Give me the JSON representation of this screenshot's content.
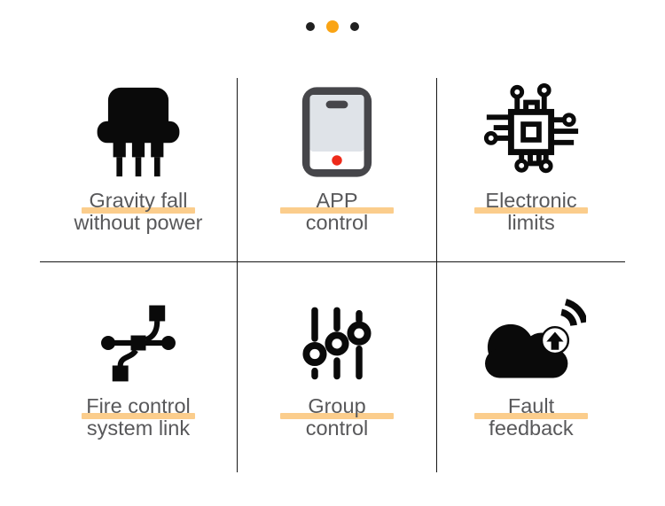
{
  "carousel": {
    "dots": [
      {
        "active": false
      },
      {
        "active": true
      },
      {
        "active": false
      }
    ]
  },
  "features": [
    {
      "icon": "transistor-icon",
      "title_line1": "Gravity fall",
      "title_line2": "without power"
    },
    {
      "icon": "smartphone-icon",
      "title_line1": "APP",
      "title_line2": "control"
    },
    {
      "icon": "circuit-chip-icon",
      "title_line1": "Electronic",
      "title_line2": "limits"
    },
    {
      "icon": "node-link-icon",
      "title_line1": "Fire control",
      "title_line2": "system link"
    },
    {
      "icon": "sliders-icon",
      "title_line1": "Group",
      "title_line2": "control"
    },
    {
      "icon": "cloud-upload-wifi-icon",
      "title_line1": "Fault",
      "title_line2": "feedback"
    }
  ],
  "colors": {
    "text": "#58585a",
    "highlight": "#fbcd8c",
    "divider": "#161616",
    "icon": "#0a0a0a",
    "dot_active": "#faa414",
    "dot_inactive": "#202020",
    "phone_frame": "#46464a",
    "phone_screen": "#dfe3e8",
    "phone_button": "#ee2a1a"
  }
}
